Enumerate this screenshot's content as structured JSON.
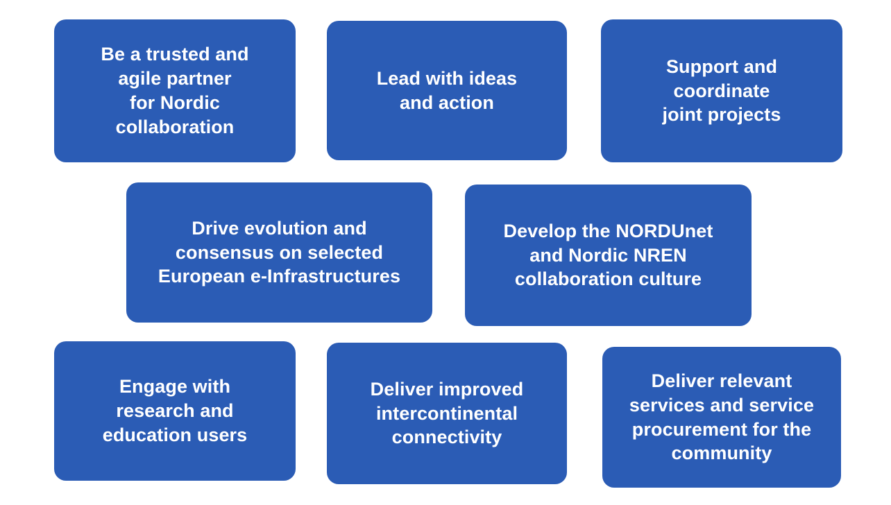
{
  "theme": {
    "background_color": "#FFFFFF",
    "card_color": "#2B5CB5",
    "text_color": "#FFFFFF"
  },
  "cards": [
    {
      "id": "card-1",
      "name": "trusted-agile-partner",
      "text": "Be a trusted and\nagile partner\nfor Nordic\ncollaboration",
      "row": 1,
      "column": 1
    },
    {
      "id": "card-2",
      "name": "lead-with-ideas",
      "text": "Lead with ideas\nand action",
      "row": 1,
      "column": 2
    },
    {
      "id": "card-3",
      "name": "support-coordinate-joint-projects",
      "text": "Support and\ncoordinate\njoint projects",
      "row": 1,
      "column": 3
    },
    {
      "id": "card-4",
      "name": "drive-evolution-consensus",
      "text": "Drive evolution and\nconsensus on selected\nEuropean e-Infrastructures",
      "row": 2,
      "column": 1
    },
    {
      "id": "card-5",
      "name": "develop-collaboration-culture",
      "text": "Develop the NORDUnet\nand Nordic NREN\ncollaboration culture",
      "row": 2,
      "column": 2
    },
    {
      "id": "card-6",
      "name": "engage-research-education-users",
      "text": "Engage with\nresearch and\neducation users",
      "row": 3,
      "column": 1
    },
    {
      "id": "card-7",
      "name": "deliver-intercontinental-connectivity",
      "text": "Deliver improved\nintercontinental\nconnectivity",
      "row": 3,
      "column": 2
    },
    {
      "id": "card-8",
      "name": "deliver-services-procurement",
      "text": "Deliver relevant\nservices and service\nprocurement for the\ncommunity",
      "row": 3,
      "column": 3
    }
  ]
}
